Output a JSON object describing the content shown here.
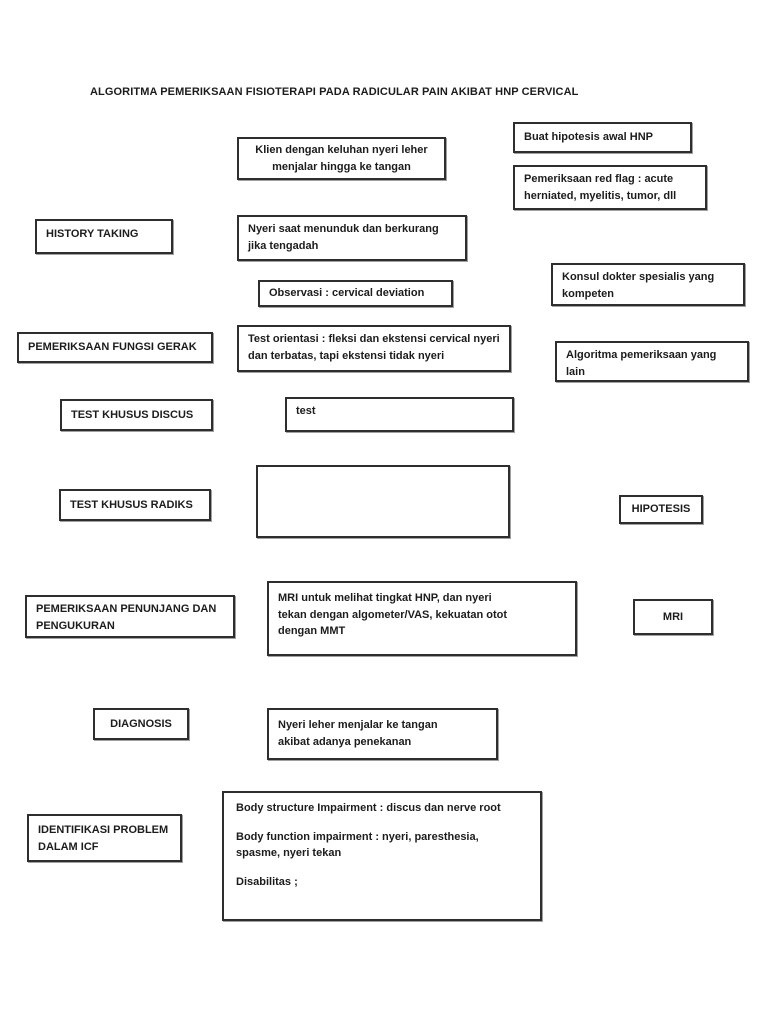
{
  "page": {
    "title": "ALGORITMA PEMERIKSAAN FISIOTERAPI PADA RADICULAR PAIN AKIBAT HNP CERVICAL",
    "background_color": "#ffffff",
    "text_color": "#1c1c1c",
    "box_border_color": "#2e2e2e"
  },
  "left_column": {
    "history_taking": "HISTORY TAKING",
    "pemeriksaan_fungsi_gerak": "PEMERIKSAAN FUNGSI GERAK",
    "test_khusus_discus": "TEST KHUSUS DISCUS",
    "test_khusus_radiks": "TEST KHUSUS RADIKS",
    "pemeriksaan_penunjang": "PEMERIKSAAN PENUNJANG DAN PENGUKURAN",
    "diagnosis": "DIAGNOSIS",
    "identifikasi_problem": "IDENTIFIKASI PROBLEM DALAM ICF"
  },
  "center_column": {
    "keluhan": "Klien dengan keluhan nyeri leher menjalar hingga ke tangan",
    "nyeri_menunduk": "Nyeri saat menunduk dan berkurang jika tengadah",
    "observasi": "Observasi : cervical deviation",
    "test_orientasi": "Test orientasi : fleksi dan ekstensi cervical nyeri dan terbatas, tapi ekstensi tidak nyeri",
    "test_discus_result": "test",
    "test_radiks_result": "",
    "mri_pengukuran": "MRI untuk melihat tingkat HNP, dan nyeri tekan dengan algometer/VAS, kekuatan otot dengan MMT",
    "diagnosis_result": "Nyeri leher menjalar ke tangan akibat adanya penekanan",
    "icf": {
      "body_structure": "Body structure Impairment : discus dan nerve root",
      "body_function": "Body function impairment : nyeri, paresthesia, spasme, nyeri tekan",
      "disabilitas": "Disabilitas ;"
    }
  },
  "right_column": {
    "buat_hipotesis": "Buat hipotesis awal HNP",
    "red_flag": "Pemeriksaan red flag : acute herniated, myelitis, tumor, dll",
    "konsul": "Konsul dokter spesialis yang kompeten",
    "algoritma_lain": "Algoritma pemeriksaan yang lain",
    "hipotesis": "HIPOTESIS",
    "mri": "MRI"
  }
}
